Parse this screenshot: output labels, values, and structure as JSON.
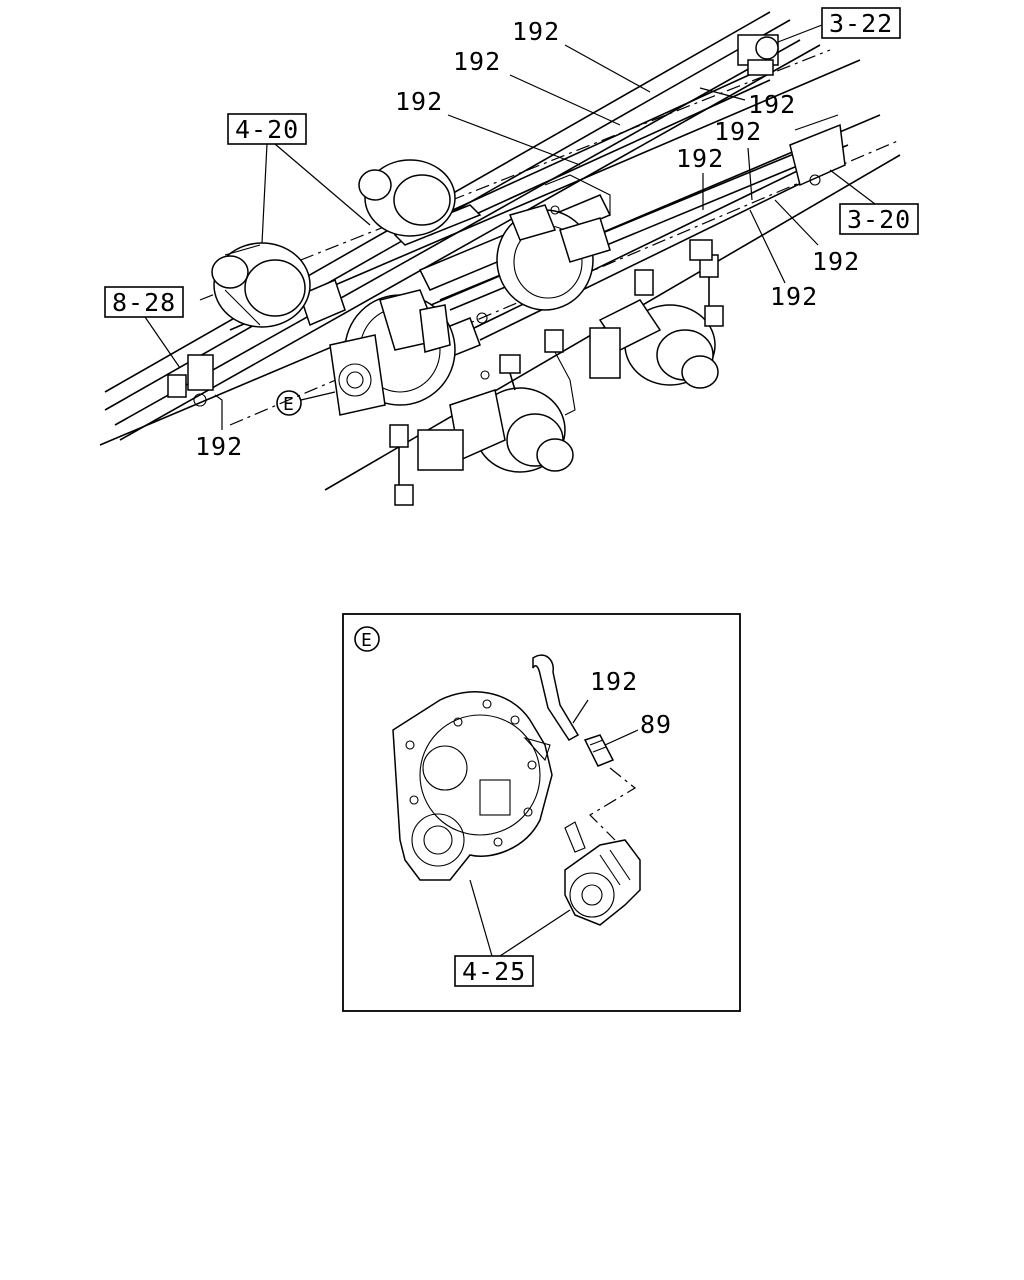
{
  "callouts": {
    "part_192": "192",
    "part_89": "89"
  },
  "references": {
    "ref_3_22": "3-22",
    "ref_3_20": "3-20",
    "ref_4_20": "4-20",
    "ref_8_28": "8-28",
    "ref_4_25": "4-25"
  },
  "detail": {
    "marker": "E"
  }
}
